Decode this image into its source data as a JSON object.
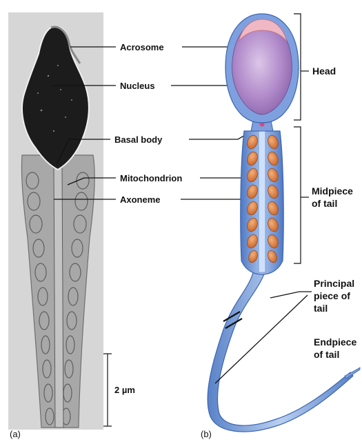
{
  "figure": {
    "panel_a_label": "(a)",
    "panel_b_label": "(b)",
    "scale_bar_label": "2 µm",
    "micrograph_labels": {
      "acrosome": "Acrosome",
      "nucleus": "Nucleus",
      "basal_body": "Basal body",
      "mitochondrion": "Mitochondrion",
      "axoneme": "Axoneme"
    },
    "region_labels": {
      "head": "Head",
      "midpiece": [
        "Midpiece",
        "of tail"
      ],
      "principal_piece": [
        "Principal",
        "piece of",
        "tail"
      ],
      "endpiece": [
        "Endpiece",
        "of tail"
      ]
    }
  }
}
